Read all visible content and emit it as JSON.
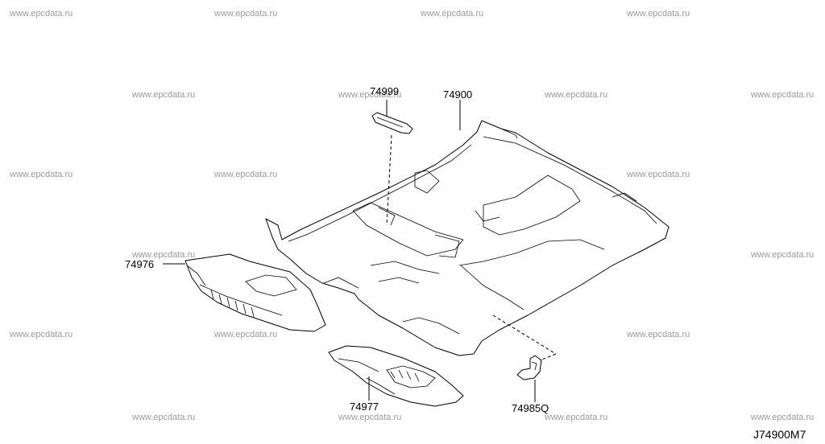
{
  "watermark": "www.epcdata.ru",
  "diagram_code": "J74900M7",
  "parts": [
    {
      "id": "74999"
    },
    {
      "id": "74900"
    },
    {
      "id": "74976"
    },
    {
      "id": "74977"
    },
    {
      "id": "74985Q"
    }
  ]
}
